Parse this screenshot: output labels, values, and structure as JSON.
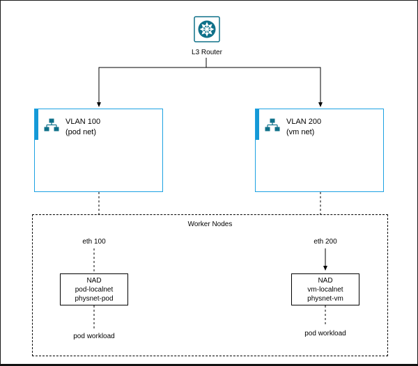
{
  "router": {
    "label": "L3 Router"
  },
  "vlans": {
    "vlan100": {
      "title": "VLAN 100",
      "subtitle": "(pod net)"
    },
    "vlan200": {
      "title": "VLAN 200",
      "subtitle": "(vm net)"
    }
  },
  "worker_nodes": {
    "title": "Worker Nodes",
    "left": {
      "eth_label": "eth 100",
      "nad_line1": "NAD",
      "nad_line2": "pod-localnet",
      "nad_line3": "physnet-pod",
      "workload_label": "pod workload"
    },
    "right": {
      "eth_label": "eth 200",
      "nad_line1": "NAD",
      "nad_line2": "vm-localnet",
      "nad_line3": "physnet-vm",
      "workload_label": "pod workload"
    }
  },
  "colors": {
    "vlan_border": "#1BA1E2",
    "accent_bar": "#1699D6",
    "icon_teal": "#0F7089",
    "connector": "#000000"
  }
}
